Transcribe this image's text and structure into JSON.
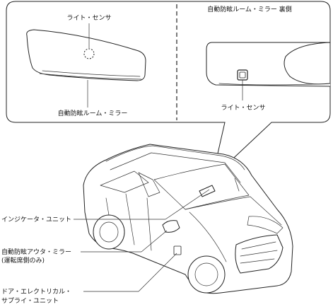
{
  "inset": {
    "left_labels": {
      "light_sensor": "ライト・センサ",
      "mirror": "自動防眩ルーム・ミラー"
    },
    "right_labels": {
      "mirror_back": "自動防眩ルーム・ミラー 裏側",
      "light_sensor": "ライト・センサ"
    }
  },
  "callouts": {
    "indicator_unit": "インジケータ・ユニット",
    "outer_mirror_line1": "自動防眩アウタ・ミラー",
    "outer_mirror_line2": "(運転席側のみ)",
    "door_supply_line1": "ドア・エレクトリカル・",
    "door_supply_line2": "サプライ・ユニット"
  }
}
